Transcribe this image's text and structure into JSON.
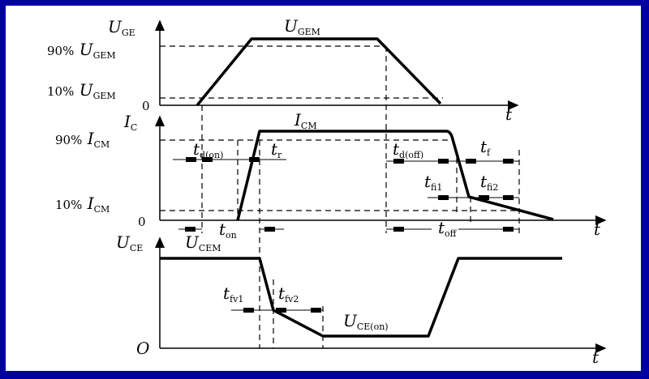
{
  "colors": {
    "frame": "#0000a0",
    "background": "#ffffff",
    "ink": "#000000"
  },
  "panel_ge": {
    "axis_symbol": "U",
    "axis_sub": "GE",
    "peak_symbol": "U",
    "peak_sub": "GEM",
    "pct90": "90%",
    "pct10": "10%",
    "level_symbol": "U",
    "level_sub": "GEM",
    "zero": "0",
    "time": "t"
  },
  "panel_c": {
    "axis_symbol": "I",
    "axis_sub": "C",
    "peak_symbol": "I",
    "peak_sub": "CM",
    "pct90": "90%",
    "pct10": "10%",
    "level_symbol": "I",
    "level_sub": "CM",
    "zero": "0",
    "time": "t",
    "td_on_sub": "d(on)",
    "tr_sub": "r",
    "ton_sub": "on",
    "td_off_sub": "d(off)",
    "tf_sub": "f",
    "tfi1_sub": "fi1",
    "tfi2_sub": "fi2",
    "toff_sub": "off",
    "t": "t"
  },
  "panel_ce": {
    "axis_symbol": "U",
    "axis_sub": "CE",
    "peak_symbol": "U",
    "peak_sub": "CEM",
    "on_symbol": "U",
    "on_sub": "CE(on)",
    "tfv1_sub": "fv1",
    "tfv2_sub": "fv2",
    "t": "t",
    "origin": "O",
    "time": "t"
  }
}
